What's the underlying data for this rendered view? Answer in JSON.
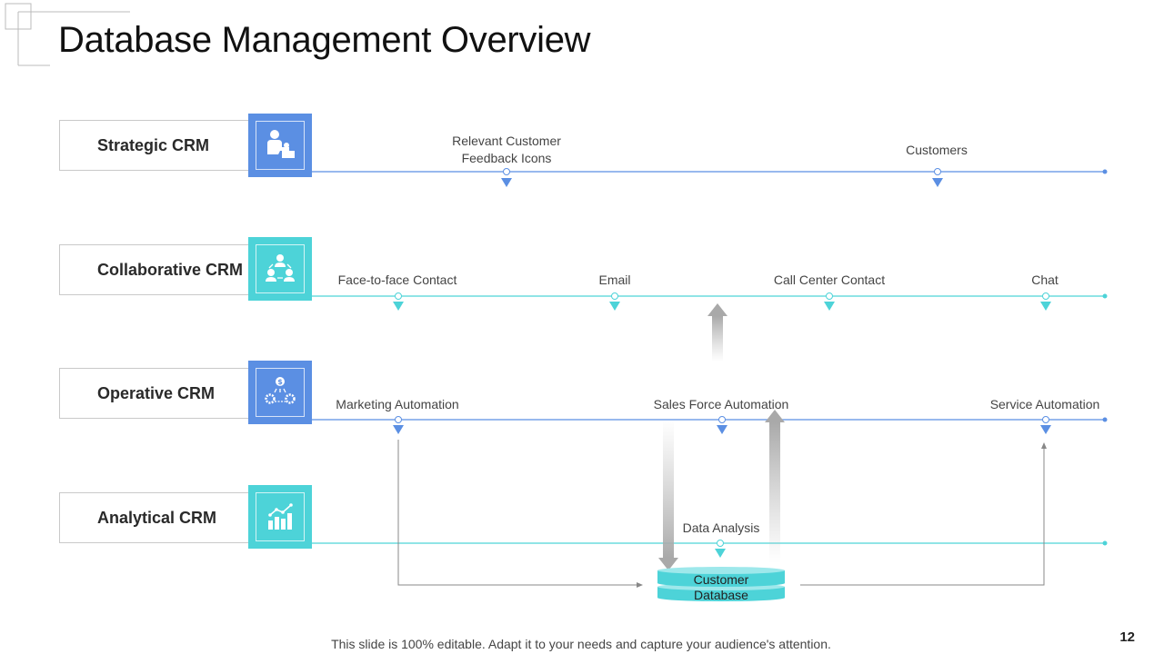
{
  "title": "Database Management Overview",
  "colors": {
    "blue": "#5b8fe3",
    "teal": "#4dd3d8",
    "gray": "#bdbdbd",
    "text": "#444444"
  },
  "rows": [
    {
      "label": "Strategic CRM",
      "icon": "person-desk-icon",
      "color": "#5b8fe3",
      "nodes": [
        {
          "label": "Relevant Customer Feedback Icons",
          "lines": [
            "Relevant Customer",
            "Feedback Icons"
          ]
        },
        {
          "label": "Customers",
          "lines": [
            "Customers"
          ]
        }
      ]
    },
    {
      "label": "Collaborative CRM",
      "icon": "team-network-icon",
      "color": "#4dd3d8",
      "nodes": [
        {
          "label": "Face-to-face Contact",
          "lines": [
            "Face-to-face Contact"
          ]
        },
        {
          "label": "Email",
          "lines": [
            "Email"
          ]
        },
        {
          "label": "Call Center Contact",
          "lines": [
            "Call Center Contact"
          ]
        },
        {
          "label": "Chat",
          "lines": [
            "Chat"
          ]
        }
      ]
    },
    {
      "label": "Operative CRM",
      "icon": "money-gears-icon",
      "color": "#5b8fe3",
      "nodes": [
        {
          "label": "Marketing Automation",
          "lines": [
            "Marketing Automation"
          ]
        },
        {
          "label": "Sales Force Automation",
          "lines": [
            "Sales Force Automation"
          ]
        },
        {
          "label": "Service Automation",
          "lines": [
            "Service Automation"
          ]
        }
      ]
    },
    {
      "label": "Analytical CRM",
      "icon": "bar-chart-trend-icon",
      "color": "#4dd3d8",
      "nodes": [
        {
          "label": "Data Analysis",
          "lines": [
            "Data Analysis"
          ]
        }
      ]
    }
  ],
  "database": {
    "line1": "Customer",
    "line2": "Database"
  },
  "footer": "This slide is 100% editable. Adapt it to your needs and capture your audience's attention.",
  "page_number": "12"
}
